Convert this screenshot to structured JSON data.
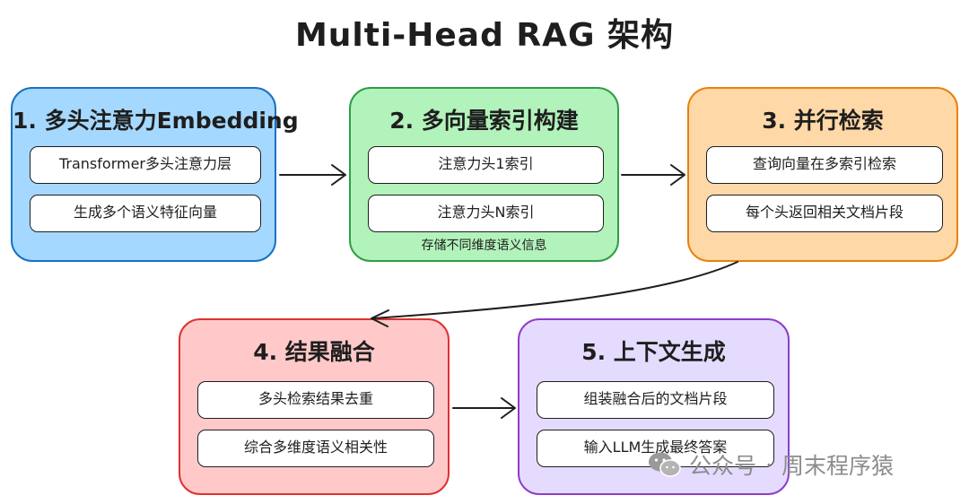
{
  "title": "Multi-Head RAG 架构",
  "stages": [
    {
      "title": "1. 多头注意力Embedding",
      "items": [
        "Transformer多头注意力层",
        "生成多个语义特征向量"
      ]
    },
    {
      "title": "2. 多向量索引构建",
      "items": [
        "注意力头1索引",
        "注意力头N索引"
      ],
      "note": "存储不同维度语义信息"
    },
    {
      "title": "3. 并行检索",
      "items": [
        "查询向量在多索引检索",
        "每个头返回相关文档片段"
      ]
    },
    {
      "title": "4. 结果融合",
      "items": [
        "多头检索结果去重",
        "综合多维度语义相关性"
      ]
    },
    {
      "title": "5. 上下文生成",
      "items": [
        "组装融合后的文档片段",
        "输入LLM生成最终答案"
      ]
    }
  ],
  "watermark": {
    "channel": "公众号",
    "separator": "·",
    "name": "周末程序猿"
  },
  "colors": {
    "stage1": "#a5d8ff",
    "stage2": "#b2f2bb",
    "stage3": "#ffd8a8",
    "stage4": "#ffc9c9",
    "stage5": "#e5dbff",
    "stroke": "#1e1e1e"
  }
}
